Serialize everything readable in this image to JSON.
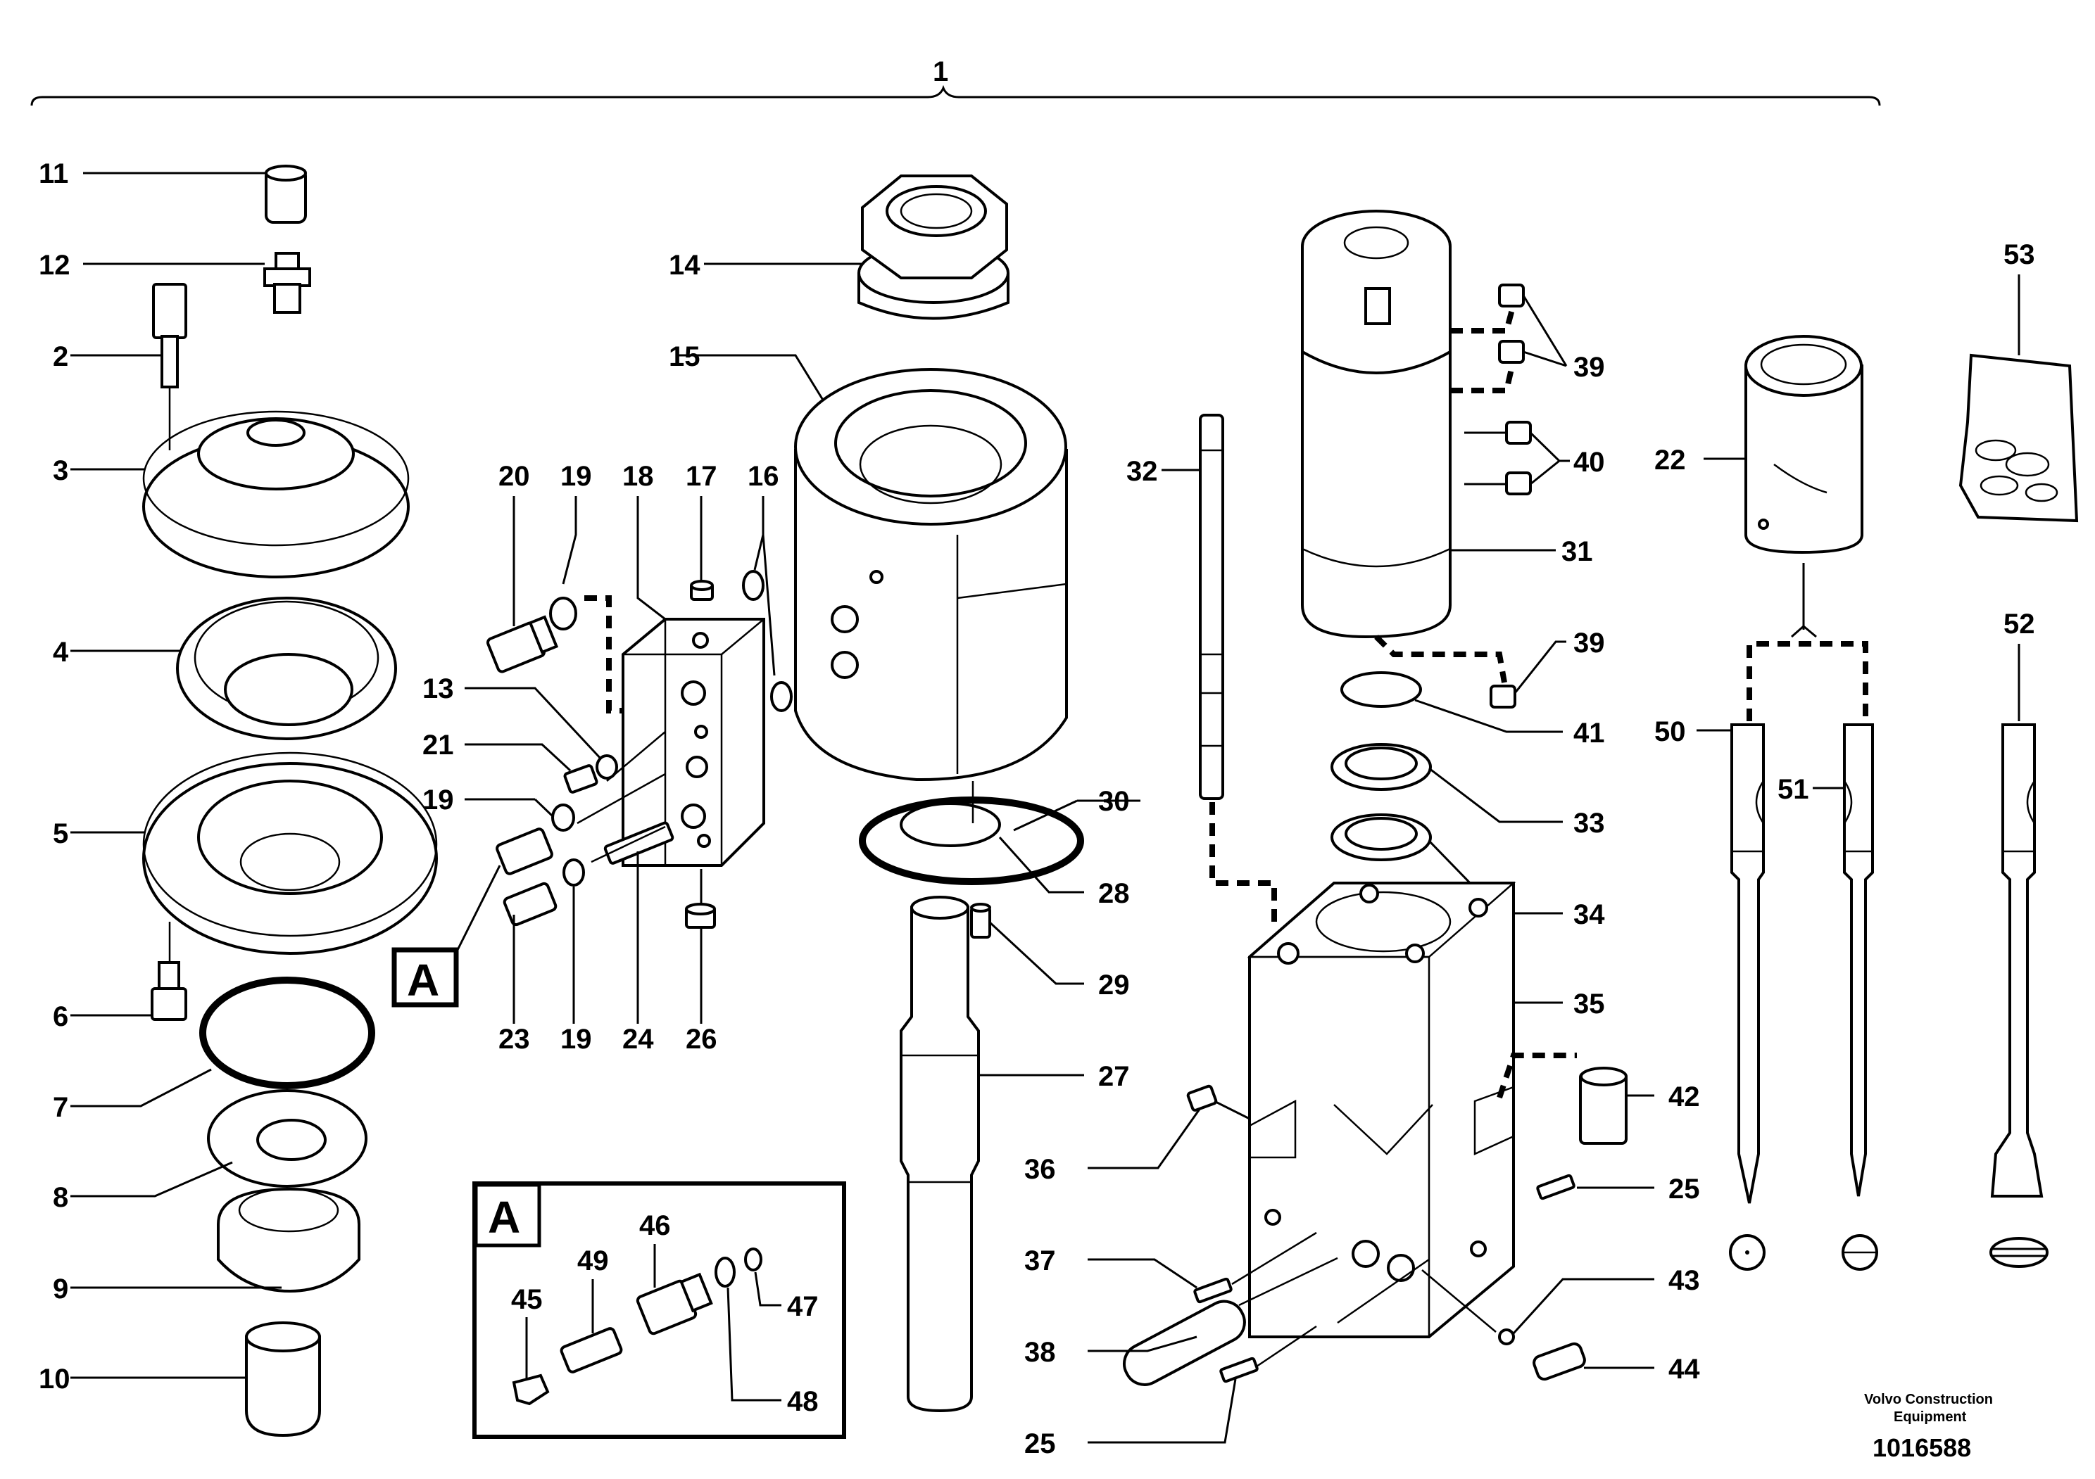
{
  "diagram": {
    "labels": {
      "l1": "1",
      "l2": "2",
      "l3": "3",
      "l4": "4",
      "l5": "5",
      "l6": "6",
      "l7": "7",
      "l8": "8",
      "l9": "9",
      "l10": "10",
      "l11": "11",
      "l12": "12",
      "l13": "13",
      "l14": "14",
      "l15": "15",
      "l16": "16",
      "l17": "17",
      "l18": "18",
      "l19a": "19",
      "l19b": "19",
      "l19c": "19",
      "l20": "20",
      "l21": "21",
      "l22": "22",
      "l23": "23",
      "l24": "24",
      "l25a": "25",
      "l25b": "25",
      "l26": "26",
      "l27": "27",
      "l28": "28",
      "l29": "29",
      "l30": "30",
      "l31": "31",
      "l32": "32",
      "l33": "33",
      "l34": "34",
      "l35": "35",
      "l36": "36",
      "l37": "37",
      "l38": "38",
      "l39a": "39",
      "l39b": "39",
      "l40": "40",
      "l41": "41",
      "l42": "42",
      "l43": "43",
      "l44": "44",
      "l45": "45",
      "l46": "46",
      "l47": "47",
      "l48": "48",
      "l49": "49",
      "l50": "50",
      "l51": "51",
      "l52": "52",
      "l53": "53"
    },
    "detail_callout": "A",
    "detail_box_title": "A",
    "footer": {
      "company_line1": "Volvo Construction",
      "company_line2": "Equipment",
      "drawing_number": "1016588"
    }
  }
}
